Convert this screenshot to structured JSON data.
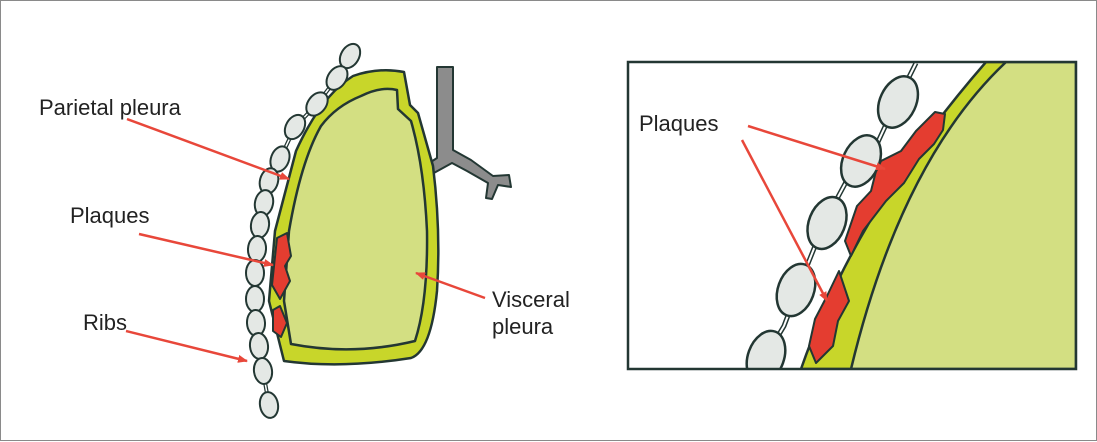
{
  "labels": {
    "parietal_pleura": "Parietal pleura",
    "plaques_left": "Plaques",
    "ribs": "Ribs",
    "visceral_line1": "Visceral",
    "visceral_line2": "pleura",
    "plaques_inset": "Plaques"
  },
  "colors": {
    "pleura_yellow": "#c8d62a",
    "lung_fill": "#d3df82",
    "outline": "#233733",
    "plaque_red": "#e43d30",
    "arrow_red": "#e8473a",
    "rib_fill": "#e4e8e5",
    "trachea_gray": "#8c8c8c",
    "frame_gray": "#8a8a8a"
  }
}
